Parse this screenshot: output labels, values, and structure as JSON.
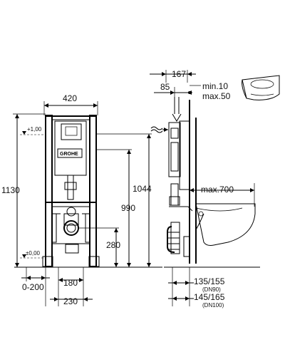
{
  "dimensions": {
    "frame_width": "420",
    "total_height": "1130",
    "flush_height": "1044",
    "mount_height": "990",
    "outlet_height": "280",
    "floor_offset": "0-200",
    "outlet_offset": "180",
    "outlet_width": "230",
    "depth": "167",
    "inlet_offset": "85",
    "min_gap": "min.10",
    "max_gap": "max.50",
    "bowl_projection": "max.700",
    "ref_upper": "+1,00",
    "ref_lower": "±0,00",
    "drain_1": "135/155",
    "drain_1_note": "(DN90)",
    "drain_2": "145/165",
    "drain_2_note": "(DN100)"
  },
  "brand": "GROHE",
  "icons": [
    "toilet-bowl-thumbnail-icon"
  ]
}
